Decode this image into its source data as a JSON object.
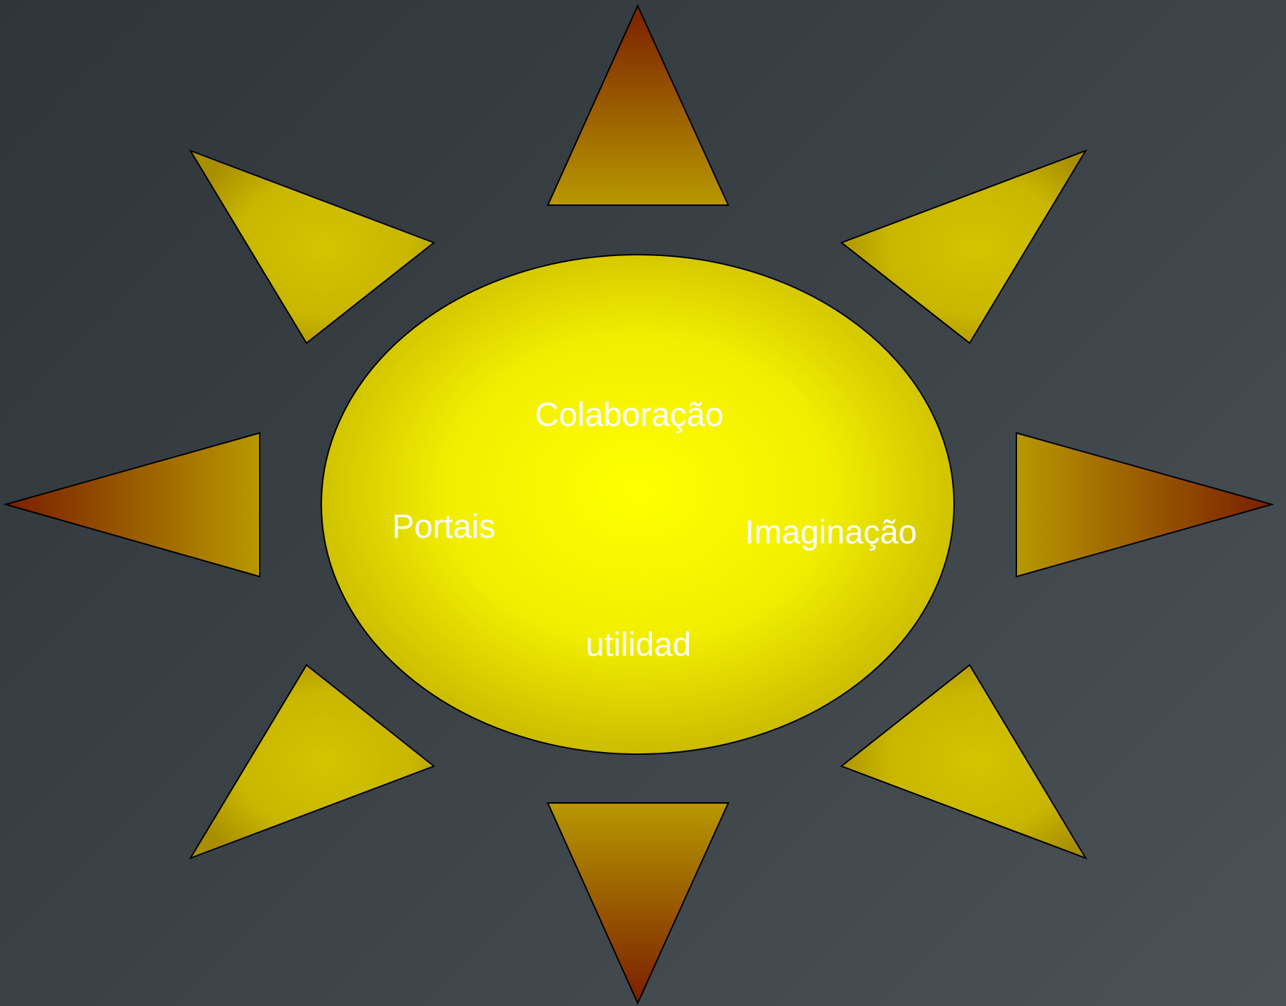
{
  "diagram": {
    "labels": {
      "top": "Colaboração",
      "left": "Portais",
      "right": "Imaginação",
      "bottom": "utilidad"
    },
    "colors": {
      "background_dark": "#2f3539",
      "background_light": "#4a5256",
      "core_center": "#ffff00",
      "core_edge": "#c8b800",
      "ray_tip": "#7a2000",
      "ray_base": "#b89800",
      "diagonal_ray_center": "#d4c400",
      "diagonal_ray_edge": "#a88e00",
      "outline": "#000000",
      "text": "#ffffff"
    }
  }
}
